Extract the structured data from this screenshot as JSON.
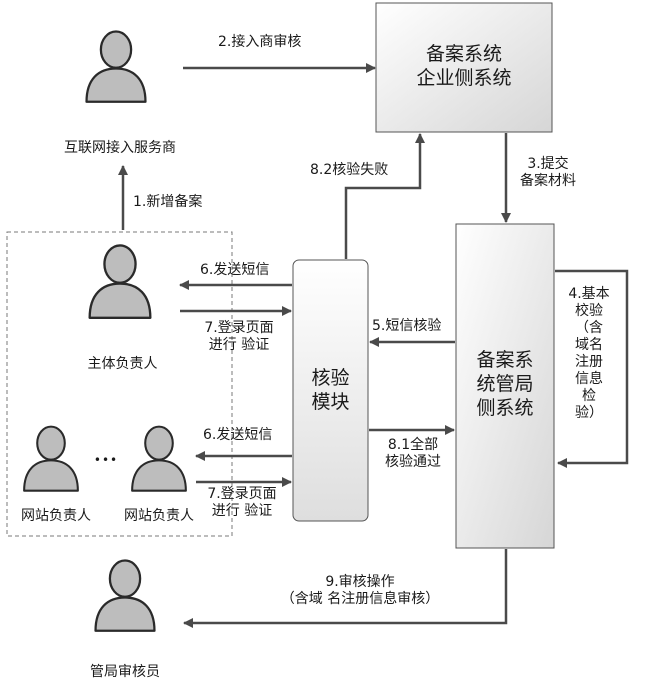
{
  "colors": {
    "box_fill_light": "#f4f4f4",
    "box_fill_dark": "#dcdcdc",
    "box_border": "#555555",
    "arrow": "#4a4a4a",
    "person_fill": "#bdbdbd",
    "person_stroke": "#2a2a2a",
    "dashed_border": "#7a7a7a"
  },
  "boxes": {
    "enterprise": {
      "line1": "备案系统",
      "line2": "企业侧系统"
    },
    "verify": {
      "line1": "核验",
      "line2": "模块"
    },
    "bureau": {
      "line1": "备案系",
      "line2": "统管局",
      "line3": "侧系统"
    }
  },
  "actors": {
    "isp": "互联网接入服务商",
    "principal": "主体负责人",
    "site_owner_1": "网站负责人",
    "site_owner_2": "网站负责人",
    "ellipsis": "•••",
    "auditor": "管局审核员"
  },
  "edges": {
    "step1": "1.新增备案",
    "step2": "2.接入商审核",
    "step3_line1": "3.提交",
    "step3_line2": "备案材料",
    "step4": [
      "4.基本",
      "校验",
      "（含",
      "域名",
      "注册",
      "信息",
      "检",
      "验）"
    ],
    "step5": "5.短信核验",
    "step6_top": "6.发送短信",
    "step7_top_line1": "7.登录页面",
    "step7_top_line2": "进行 验证",
    "step6_bottom": "6.发送短信",
    "step7_bottom_line1": "7.登录页面",
    "step7_bottom_line2": "进行 验证",
    "step81_line1": "8.1全部",
    "step81_line2": "核验通过",
    "step82": "8.2核验失败",
    "step9_line1": "9.审核操作",
    "step9_line2": "（含域 名注册信息审核）"
  }
}
